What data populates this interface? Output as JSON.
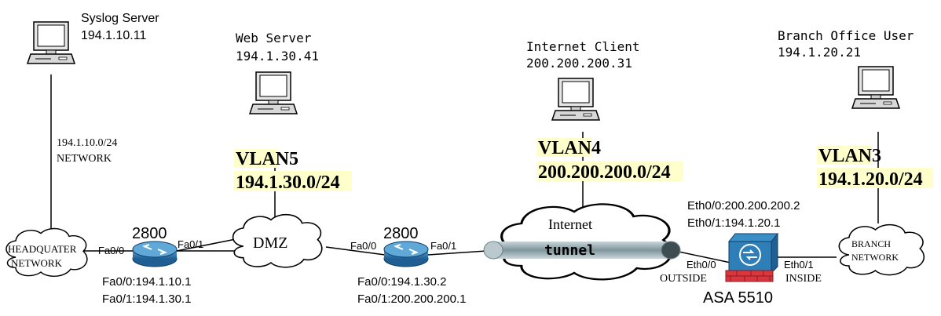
{
  "colors": {
    "vlan_highlight": "#ffffcc",
    "router_blue": "#2e7fb8",
    "firewall_red": "#d9363e",
    "tunnel_gray": "#8a9ea4",
    "line": "#000000"
  },
  "syslog": {
    "name": "Syslog Server",
    "ip": "194.1.10.11",
    "icon": "pc-icon"
  },
  "web": {
    "name": "Web Server",
    "ip": "194.1.30.41",
    "icon": "pc-icon"
  },
  "client": {
    "name": "Internet Client",
    "ip": "200.200.200.31",
    "icon": "pc-icon"
  },
  "branch_user": {
    "name": "Branch Office User",
    "ip": "194.1.20.21",
    "icon": "pc-icon"
  },
  "hq_network": {
    "line1": "194.1.10.0/24",
    "line2": "NETWORK"
  },
  "vlans": {
    "web": {
      "name": "VLAN5",
      "subnet": "194.1.30.0/24"
    },
    "client": {
      "name": "VLAN4",
      "subnet": "200.200.200.0/24"
    },
    "branch": {
      "name": "VLAN3",
      "subnet": "194.1.20.0/24"
    }
  },
  "clouds": {
    "hq": {
      "line1": "HEADQUATER",
      "line2": "NETWORK"
    },
    "dmz": {
      "label": "DMZ"
    },
    "internet": {
      "label": "Internet"
    },
    "branch": {
      "line1": "BRANCH",
      "line2": "NETWORK"
    }
  },
  "router1": {
    "model": "2800",
    "port_left": "Fa0/0",
    "port_right": "Fa0/1",
    "ip1": "Fa0/0:194.1.10.1",
    "ip2": "Fa0/1:194.1.30.1",
    "icon": "router-icon"
  },
  "router2": {
    "model": "2800",
    "port_left": "Fa0/0",
    "port_right": "Fa0/1",
    "ip1": "Fa0/0:194.1.30.2",
    "ip2": "Fa0/1:200.200.200.1",
    "icon": "router-icon"
  },
  "tunnel": {
    "label": "tunnel"
  },
  "asa": {
    "model": "ASA 5510",
    "ip1": "Eth0/0:200.200.200.2",
    "ip2": "Eth0/1:194.1.20.1",
    "port_outside": "Eth0/0",
    "label_outside": "OUTSIDE",
    "port_inside": "Eth0/1",
    "label_inside": "INSIDE",
    "icon": "firewall-icon"
  }
}
